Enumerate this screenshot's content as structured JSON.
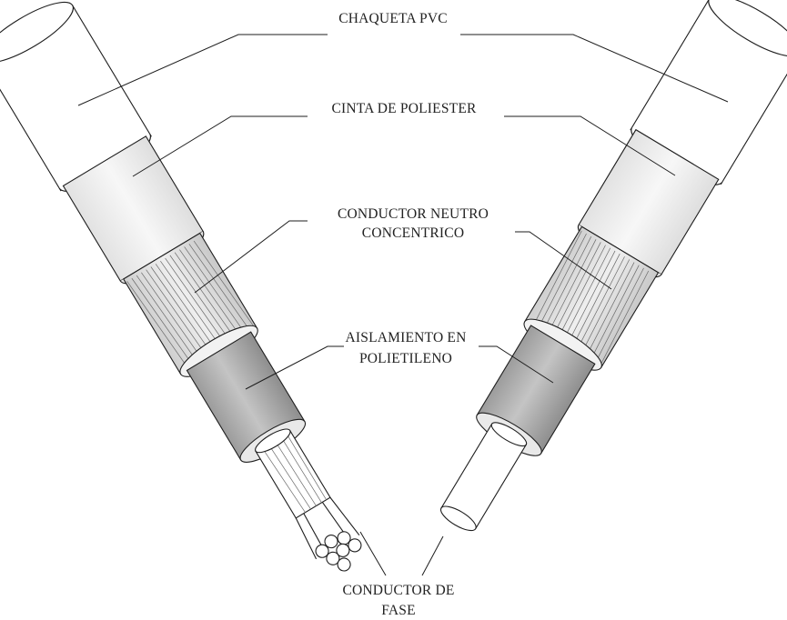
{
  "labels": {
    "jacket": "CHAQUETA PVC",
    "tape": "CINTA DE POLIESTER",
    "neutral_line1": "CONDUCTOR NEUTRO",
    "neutral_line2": "CONCENTRICO",
    "insulation_line1": "AISLAMIENTO EN",
    "insulation_line2": "POLIETILENO",
    "phase_line1": "CONDUCTOR DE",
    "phase_line2": "FASE"
  },
  "cables": [
    {
      "side": "left",
      "phase_conductor": "stranded"
    },
    {
      "side": "right",
      "phase_conductor": "solid"
    }
  ],
  "colors": {
    "jacket": "#ffffff",
    "tape": "#efefef",
    "neutral_strands": "#dcdcdc",
    "insulation": "#a9a9a9",
    "conductor": "#ffffff",
    "lines": "#1e1e1e"
  }
}
